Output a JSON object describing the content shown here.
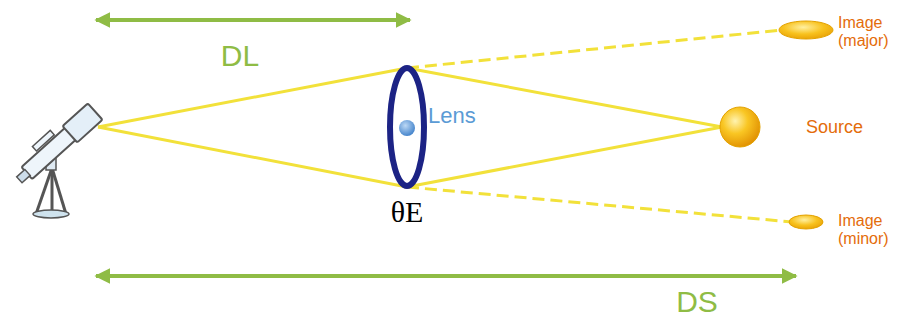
{
  "diagram": {
    "labels": [
      "DL",
      "Lens",
      "θE",
      "DS",
      "Image (major)",
      "Source",
      "Image (minor)"
    ]
  }
}
